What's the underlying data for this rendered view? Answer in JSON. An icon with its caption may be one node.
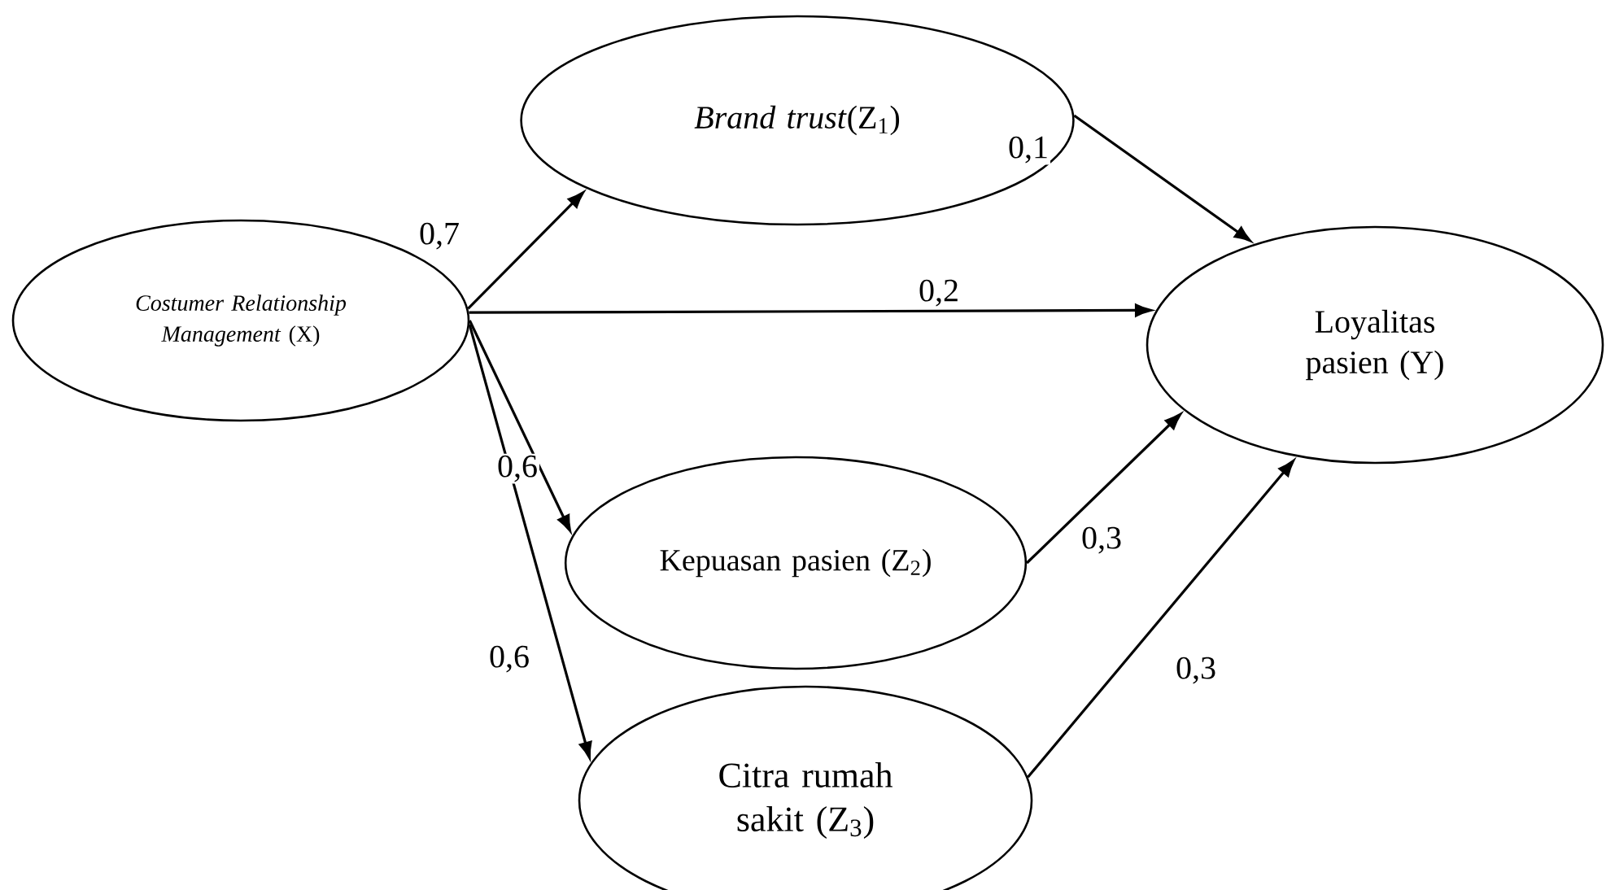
{
  "diagram": {
    "nodes": [
      {
        "text": [
          "*Costumer Relationship Management* (X)"
        ]
      },
      {
        "text": [
          "*Brand trust*(Z$_{1}$)"
        ]
      },
      {
        "text": [
          "Loyalitas pasien (Y)"
        ]
      },
      {
        "text": [
          "Kepuasan pasien (Z$_{2}$)"
        ]
      },
      {
        "text": [
          "Citra rumah sakit (Z$_{3}$)"
        ]
      }
    ],
    "edges": [
      {
        "from": 0,
        "to": 1,
        "arrow": "to",
        "label": "0,7"
      },
      {
        "from": 0,
        "to": 2,
        "arrow": "to",
        "label": "0,2"
      },
      {
        "from": 0,
        "to": 3,
        "arrow": "to",
        "label": "0,6"
      },
      {
        "from": 0,
        "to": 4,
        "arrow": "to",
        "label": "0,6"
      },
      {
        "from": 1,
        "to": 2,
        "arrow": "to",
        "label": "0,1"
      },
      {
        "from": 3,
        "to": 2,
        "arrow": "to",
        "label": "0,3"
      },
      {
        "from": 4,
        "to": 2,
        "arrow": "to",
        "label": "0,3"
      }
    ]
  }
}
